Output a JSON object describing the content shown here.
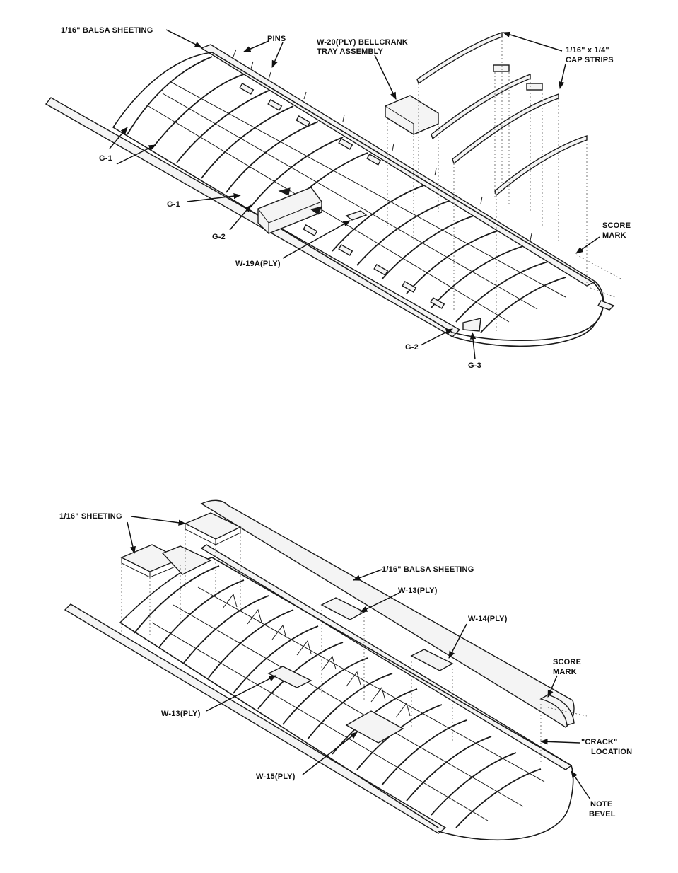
{
  "diagram_top": {
    "labels": {
      "balsa_sheeting": "1/16\" BALSA SHEETING",
      "pins": "PINS",
      "bellcrank_1": "W-20(PLY) BELLCRANK",
      "bellcrank_2": "TRAY ASSEMBLY",
      "cap_strips_1": "1/16\" x 1/4\"",
      "cap_strips_2": "CAP STRIPS",
      "g1_a": "G-1",
      "g1_b": "G-1",
      "g2_a": "G-2",
      "w19a": "W-19A(PLY)",
      "score_mark_1": "SCORE",
      "score_mark_2": "MARK",
      "g2_b": "G-2",
      "g3": "G-3"
    }
  },
  "diagram_bottom": {
    "labels": {
      "sheeting": "1/16\" SHEETING",
      "balsa_sheeting": "1/16\" BALSA SHEETING",
      "w13_top": "W-13(PLY)",
      "w14": "W-14(PLY)",
      "score_mark_1": "SCORE",
      "score_mark_2": "MARK",
      "w13_left": "W-13(PLY)",
      "crack_1": "\"CRACK\"",
      "crack_2": "LOCATION",
      "w15": "W-15(PLY)",
      "note_1": "NOTE",
      "note_2": "BEVEL"
    }
  }
}
